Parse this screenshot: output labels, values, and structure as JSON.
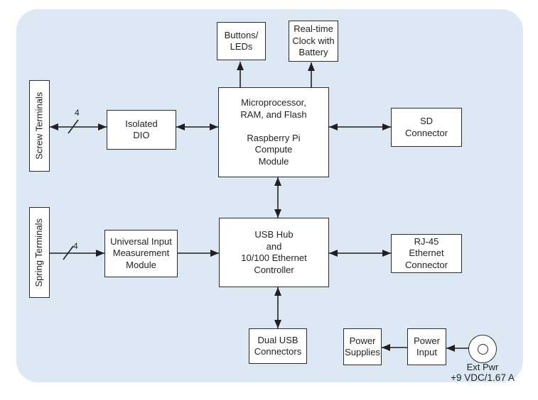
{
  "diagram": {
    "nodes": {
      "screw_terminals": "Screw Terminals",
      "spring_terminals": "Spring Terminals",
      "buttons_leds": "Buttons/\nLEDs",
      "rtc": "Real-time\nClock with\nBattery",
      "isolated_dio": "Isolated\nDIO",
      "microprocessor": "Microprocessor,\nRAM, and Flash\n\nRaspberry Pi\nCompute\nModule",
      "sd_connector": "SD\nConnector",
      "universal_input": "Universal Input\nMeasurement\nModule",
      "usb_hub": "USB Hub\nand\n10/100 Ethernet\nController",
      "rj45": "RJ-45\nEthernet\nConnector",
      "dual_usb": "Dual USB\nConnectors",
      "power_supplies": "Power\nSupplies",
      "power_input": "Power\nInput"
    },
    "bus_labels": {
      "screw": "4",
      "spring": "4"
    },
    "ext_pwr": {
      "label": "Ext Pwr",
      "rating": "+9 VDC/1.67 A"
    },
    "colors": {
      "panel_bg": "#dce9f5",
      "line": "#231f20",
      "box_fill": "#ffffff"
    }
  }
}
